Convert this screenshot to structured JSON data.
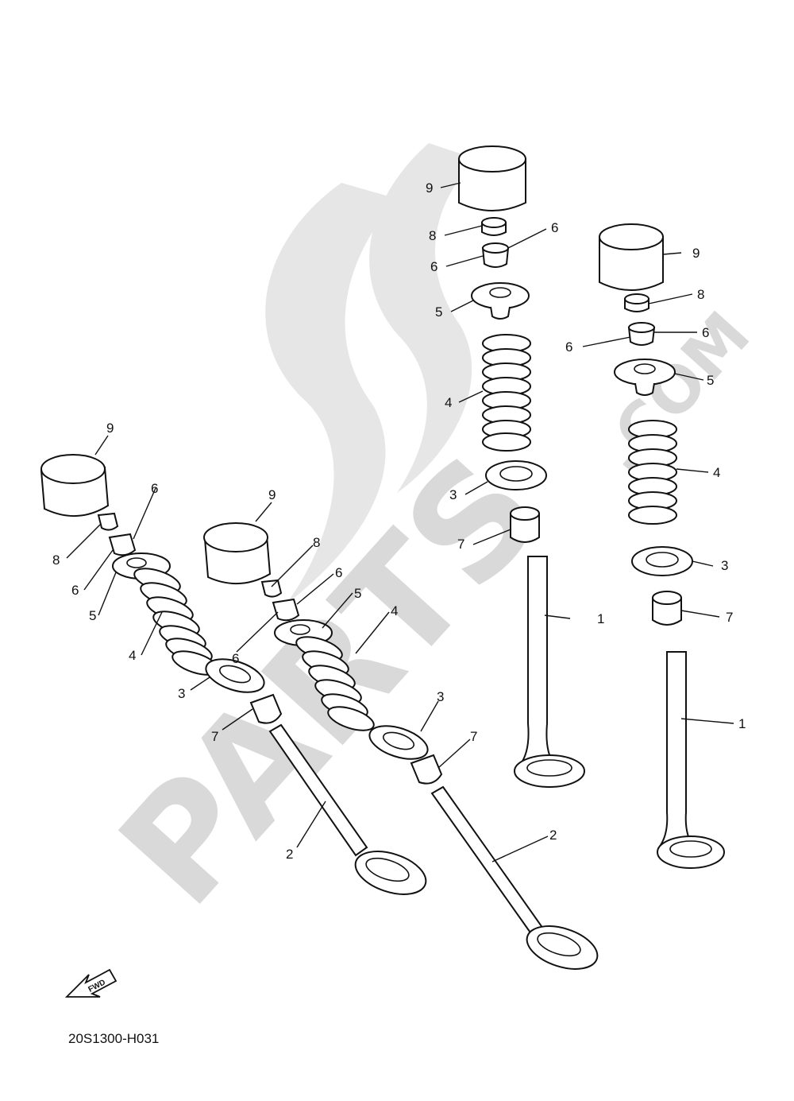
{
  "diagram": {
    "drawing_code": "20S1300-H031",
    "fwd_label": "FWD",
    "watermark": "PARTS",
    "watermark_suffix": ".COM",
    "callouts": [
      "1",
      "1",
      "2",
      "2",
      "3",
      "3",
      "3",
      "3",
      "4",
      "4",
      "4",
      "4",
      "5",
      "5",
      "5",
      "5",
      "6",
      "6",
      "6",
      "6",
      "6",
      "6",
      "6",
      "6",
      "7",
      "7",
      "7",
      "7",
      "8",
      "8",
      "8",
      "8",
      "9",
      "9",
      "9",
      "9"
    ]
  }
}
